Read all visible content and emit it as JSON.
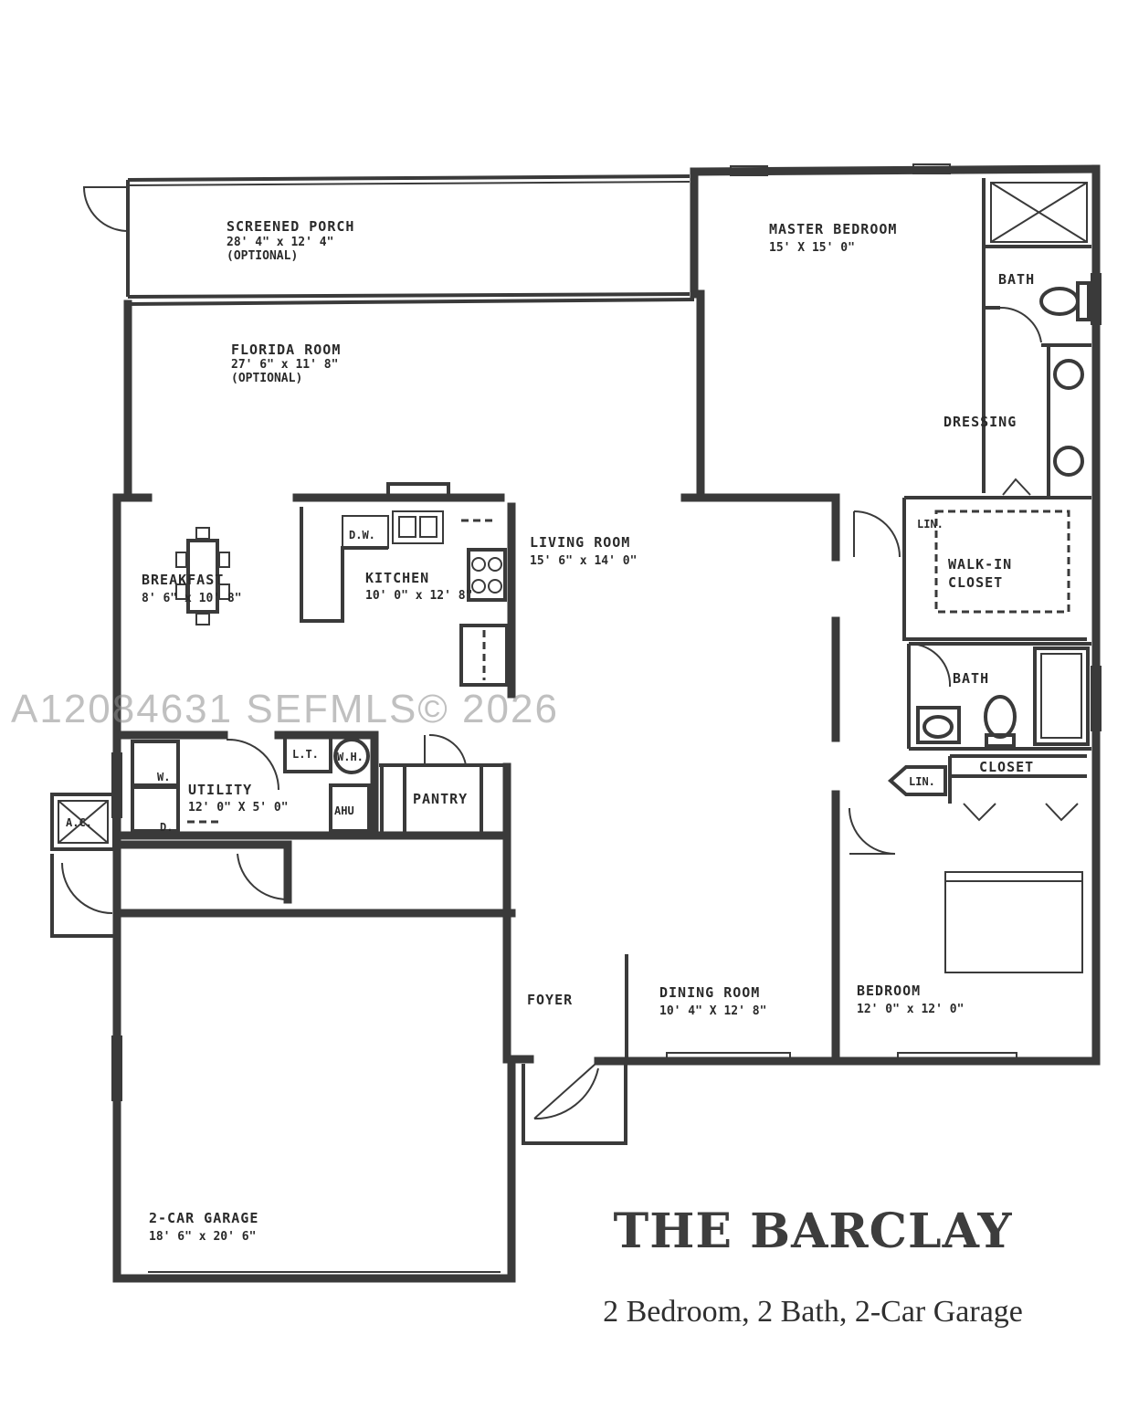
{
  "plan": {
    "title": "THE BARCLAY",
    "subtitle": "2 Bedroom, 2 Bath, 2-Car Garage",
    "watermark": "A12084631  SEFMLS© 2026",
    "rooms": {
      "screened_porch": {
        "name": "SCREENED PORCH",
        "dims": "28' 4\" x 12' 4\"",
        "note": "(OPTIONAL)"
      },
      "florida_room": {
        "name": "FLORIDA ROOM",
        "dims": "27' 6\" x 11' 8\"",
        "note": "(OPTIONAL)"
      },
      "master_bedroom": {
        "name": "MASTER BEDROOM",
        "dims": "15' X 15' 0\""
      },
      "master_bath": {
        "name": "BATH"
      },
      "dressing": {
        "name": "DRESSING"
      },
      "walk_in_closet": {
        "name": "WALK-IN",
        "name2": "CLOSET"
      },
      "breakfast": {
        "name": "BREAKFAST",
        "dims": "8' 6\" x 10' 8\""
      },
      "kitchen": {
        "name": "KITCHEN",
        "dims": "10' 0\" x 12' 8\""
      },
      "living_room": {
        "name": "LIVING ROOM",
        "dims": "15' 6\" x 14' 0\""
      },
      "bath2": {
        "name": "BATH"
      },
      "closet": {
        "name": "CLOSET"
      },
      "linen1": {
        "name": "LIN."
      },
      "linen2": {
        "name": "LIN."
      },
      "utility": {
        "name": "UTILITY",
        "dims": "12' 0\" X 5' 0\""
      },
      "pantry": {
        "name": "PANTRY"
      },
      "foyer": {
        "name": "FOYER"
      },
      "dining_room": {
        "name": "DINING ROOM",
        "dims": "10' 4\" X 12' 8\""
      },
      "bedroom": {
        "name": "BEDROOM",
        "dims": "12' 0\" x 12' 0\""
      },
      "garage": {
        "name": "2-CAR GARAGE",
        "dims": "18' 6\" x 20' 6\""
      }
    },
    "fixtures": {
      "dishwasher": "D.W.",
      "laundry_tub": "L.T.",
      "water_heater": "W.H.",
      "air_handler": "AHU",
      "washer": "W.",
      "dryer": "D.",
      "ac_unit": "A.C."
    }
  }
}
